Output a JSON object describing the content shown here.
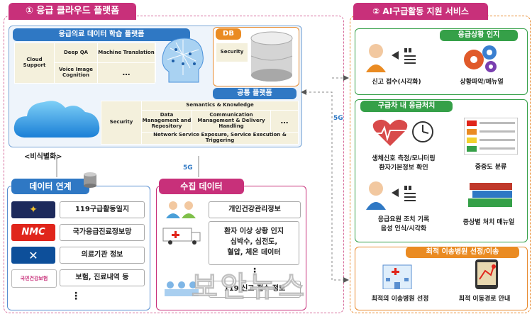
{
  "left_title": "① 응급 클라우드 플랫폼",
  "right_title": "② AI구급활동 지원 서비스",
  "learning_platform": {
    "title": "응급의료 데이터 학습 플랫폼",
    "cells": [
      "Cloud Support",
      "Deep QA",
      "Machine Translation",
      "Voice Image Cognition",
      "…"
    ]
  },
  "db": {
    "title": "DB",
    "security": "Security"
  },
  "common_platform": {
    "title": "공통 플랫폼",
    "security": "Security",
    "semantics": "Semantics & Knowledge",
    "data_mgmt": "Data Management and Repository",
    "comm_mgmt": "Communication Management & Delivery Handling",
    "ellipsis": "…",
    "network": "Network Service Exposure, Service Execution & Triggering"
  },
  "deidentify": "<비식별화>",
  "fiveg": [
    "5G",
    "5G"
  ],
  "data_link": {
    "title": "데이터 연계",
    "items": [
      "119구급활동일지",
      "국가응급진료정보망",
      "의료기관 정보",
      "보험, 진료내역 등"
    ],
    "logos": [
      "NMC",
      "국민건강보험"
    ],
    "more": "⋮"
  },
  "collect": {
    "title": "수집 데이터",
    "items": [
      "개인건강관리정보",
      "환자 이상 상황 인지\n심박수, 심전도,\n혈압, 체온 데이터",
      "119 신고 접수 정보"
    ],
    "more": "⋮"
  },
  "situation": {
    "title": "응급상황 인지",
    "items": [
      "신고 접수(시각화)",
      "상황파악/매뉴얼"
    ]
  },
  "in_ambulance": {
    "title": "구급차 내 응급처치",
    "items": [
      "생체신호 측정/모니터링\n환자기본정보 확인",
      "중증도 분류",
      "응급요원 조치 기록\n음성 인식/시각화",
      "증상별 처치 매뉴얼"
    ]
  },
  "hospital": {
    "title": "최적 이송병원 선정/이송",
    "items": [
      "최적의 이송병원 선정",
      "최적 이동경로 안내"
    ]
  },
  "watermark": "보안뉴스",
  "colors": {
    "pink": "#c8307a",
    "blue": "#2f78c4",
    "orange": "#ea8b22",
    "green": "#35a048"
  }
}
